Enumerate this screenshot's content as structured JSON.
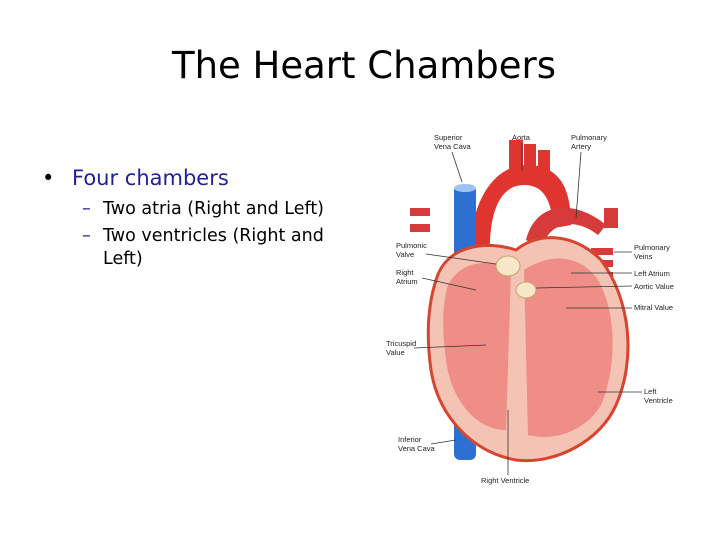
{
  "slide": {
    "title": "The Heart Chambers",
    "bullets": [
      {
        "text": "Four chambers",
        "sub": [
          "Two atria (Right and Left)",
          "Two ventricles (Right and Left)"
        ]
      }
    ]
  },
  "diagram": {
    "labels": {
      "superior_vena_cava": [
        "Superior",
        "Vena Cava"
      ],
      "aorta": [
        "Aorta"
      ],
      "pulmonary_artery": [
        "Pulmonary",
        "Artery"
      ],
      "pulmonic_valve": [
        "Pulmonic",
        "Valve"
      ],
      "right_atrium": [
        "Right",
        "Atrium"
      ],
      "pulmonary_veins": [
        "Pulmonary",
        "Veins"
      ],
      "left_atrium": [
        "Left Atrium"
      ],
      "aortic_value": [
        "Aortic Value"
      ],
      "mitral_value": [
        "Mitral Value"
      ],
      "tricuspid_value": [
        "Tricuspid",
        "Value"
      ],
      "left_ventricle": [
        "Left",
        "Ventricle"
      ],
      "inferior_vena_cava": [
        "Inferior",
        "Vena Cava"
      ],
      "right_ventricle": [
        "Right Ventricle"
      ]
    }
  }
}
